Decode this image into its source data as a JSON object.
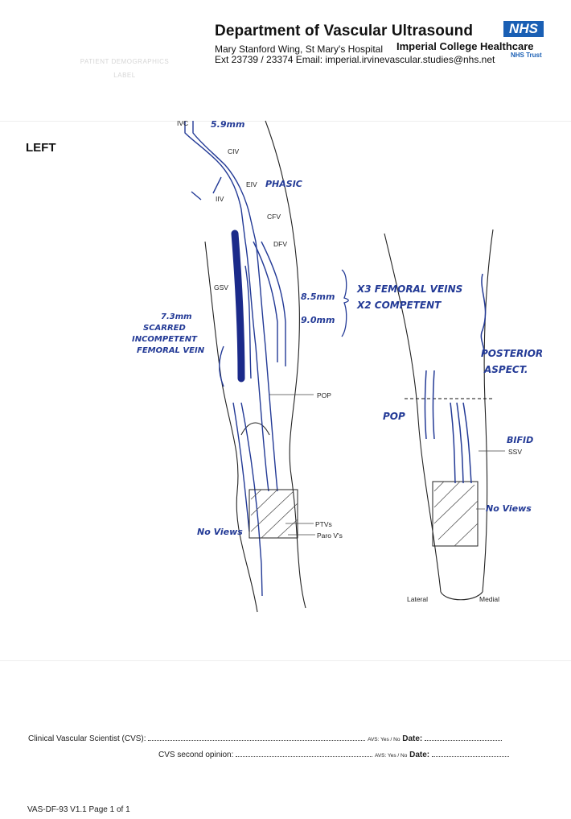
{
  "header": {
    "title": "Department of Vascular Ultrasound",
    "address": "Mary Stanford Wing, St Mary's Hospital",
    "contact": "Ext 23739 / 23374 Email: imperial.irvinevascular.studies@nhs.net",
    "organisation": "Imperial College Healthcare",
    "nhs_logo": "NHS",
    "nhs_trust": "NHS Trust"
  },
  "demographics_label": {
    "line1": "PATIENT DEMOGRAPHICS",
    "line2": "LABEL"
  },
  "side": "LEFT",
  "anatomy_labels": {
    "ivc": "IVC",
    "civ": "CIV",
    "eiv": "EIV",
    "iiv": "IIV",
    "cfv": "CFV",
    "dfv": "DFV",
    "gsv": "GSV",
    "pop": "POP",
    "ptvs": "PTVs",
    "paro": "Paro V's",
    "ssv": "SSV",
    "lateral": "Lateral",
    "medial": "Medial"
  },
  "handwritten": {
    "ivc_diameter": "5.9mm",
    "phasic": "PHASIC",
    "measure_1": "8.5mm",
    "measure_2": "9.0mm",
    "femoral_veins_line1": "X3 FEMORAL VEINS",
    "femoral_veins_line2": "X2 COMPETENT",
    "scarred_1": "7.3mm",
    "scarred_2": "SCARRED",
    "scarred_3": "INCOMPETENT",
    "scarred_4": "FEMORAL VEIN",
    "no_views_front": "No Views",
    "posterior_1": "POSTERIOR",
    "posterior_2": "ASPECT.",
    "pop_back": "POP",
    "bifid": "BIFID",
    "no_views_back": "No Views"
  },
  "footer": {
    "cvs_label": "Clinical Vascular Scientist (CVS):",
    "second_label": "CVS second opinion:",
    "avs_text": "AVS: Yes / No",
    "date_label": "Date:",
    "doc_ref": "VAS-DF-93 V1.1 Page 1 of 1"
  },
  "colors": {
    "ink": "#233a96",
    "gsv_fill": "#1b2a8a",
    "nhs_blue": "#1a5fb4"
  }
}
